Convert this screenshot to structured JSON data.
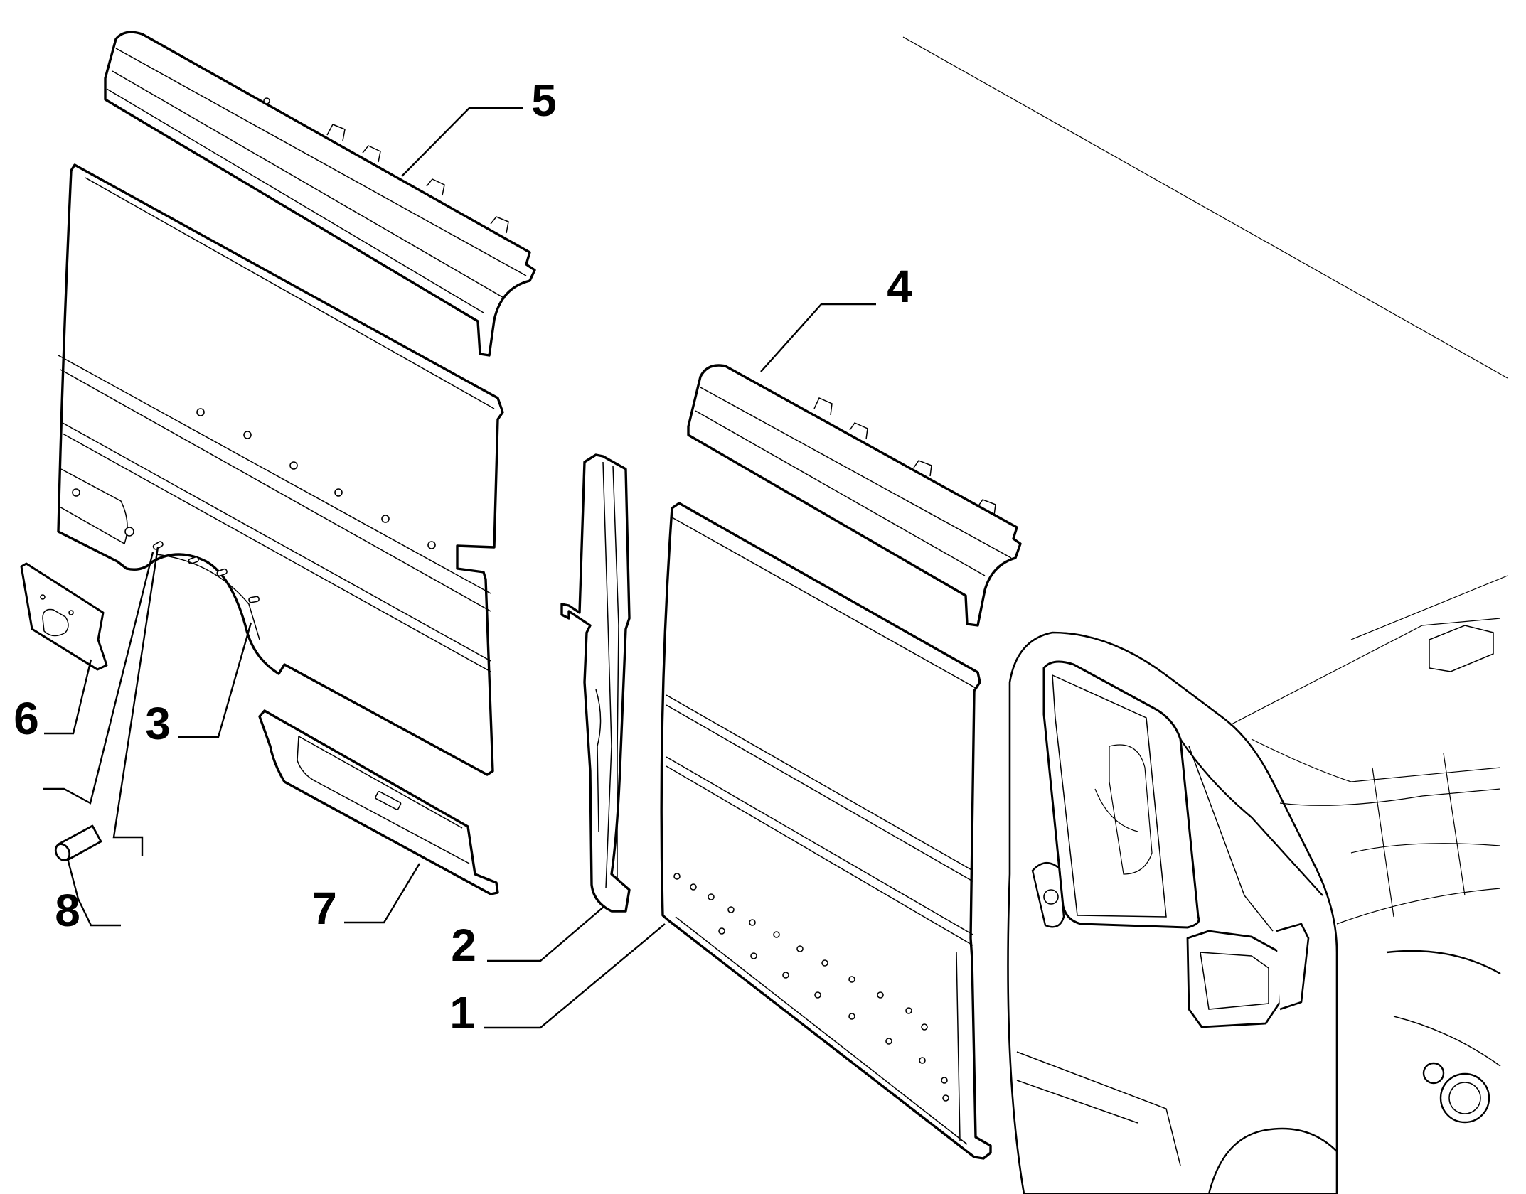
{
  "callouts": [
    {
      "id": "part-1",
      "label": "1"
    },
    {
      "id": "part-2",
      "label": "2"
    },
    {
      "id": "part-3",
      "label": "3"
    },
    {
      "id": "part-4",
      "label": "4"
    },
    {
      "id": "part-5",
      "label": "5"
    },
    {
      "id": "part-6",
      "label": "6"
    },
    {
      "id": "part-7",
      "label": "7"
    },
    {
      "id": "part-8",
      "label": "8"
    }
  ],
  "colors": {
    "line": "#000000",
    "background": "#ffffff"
  }
}
